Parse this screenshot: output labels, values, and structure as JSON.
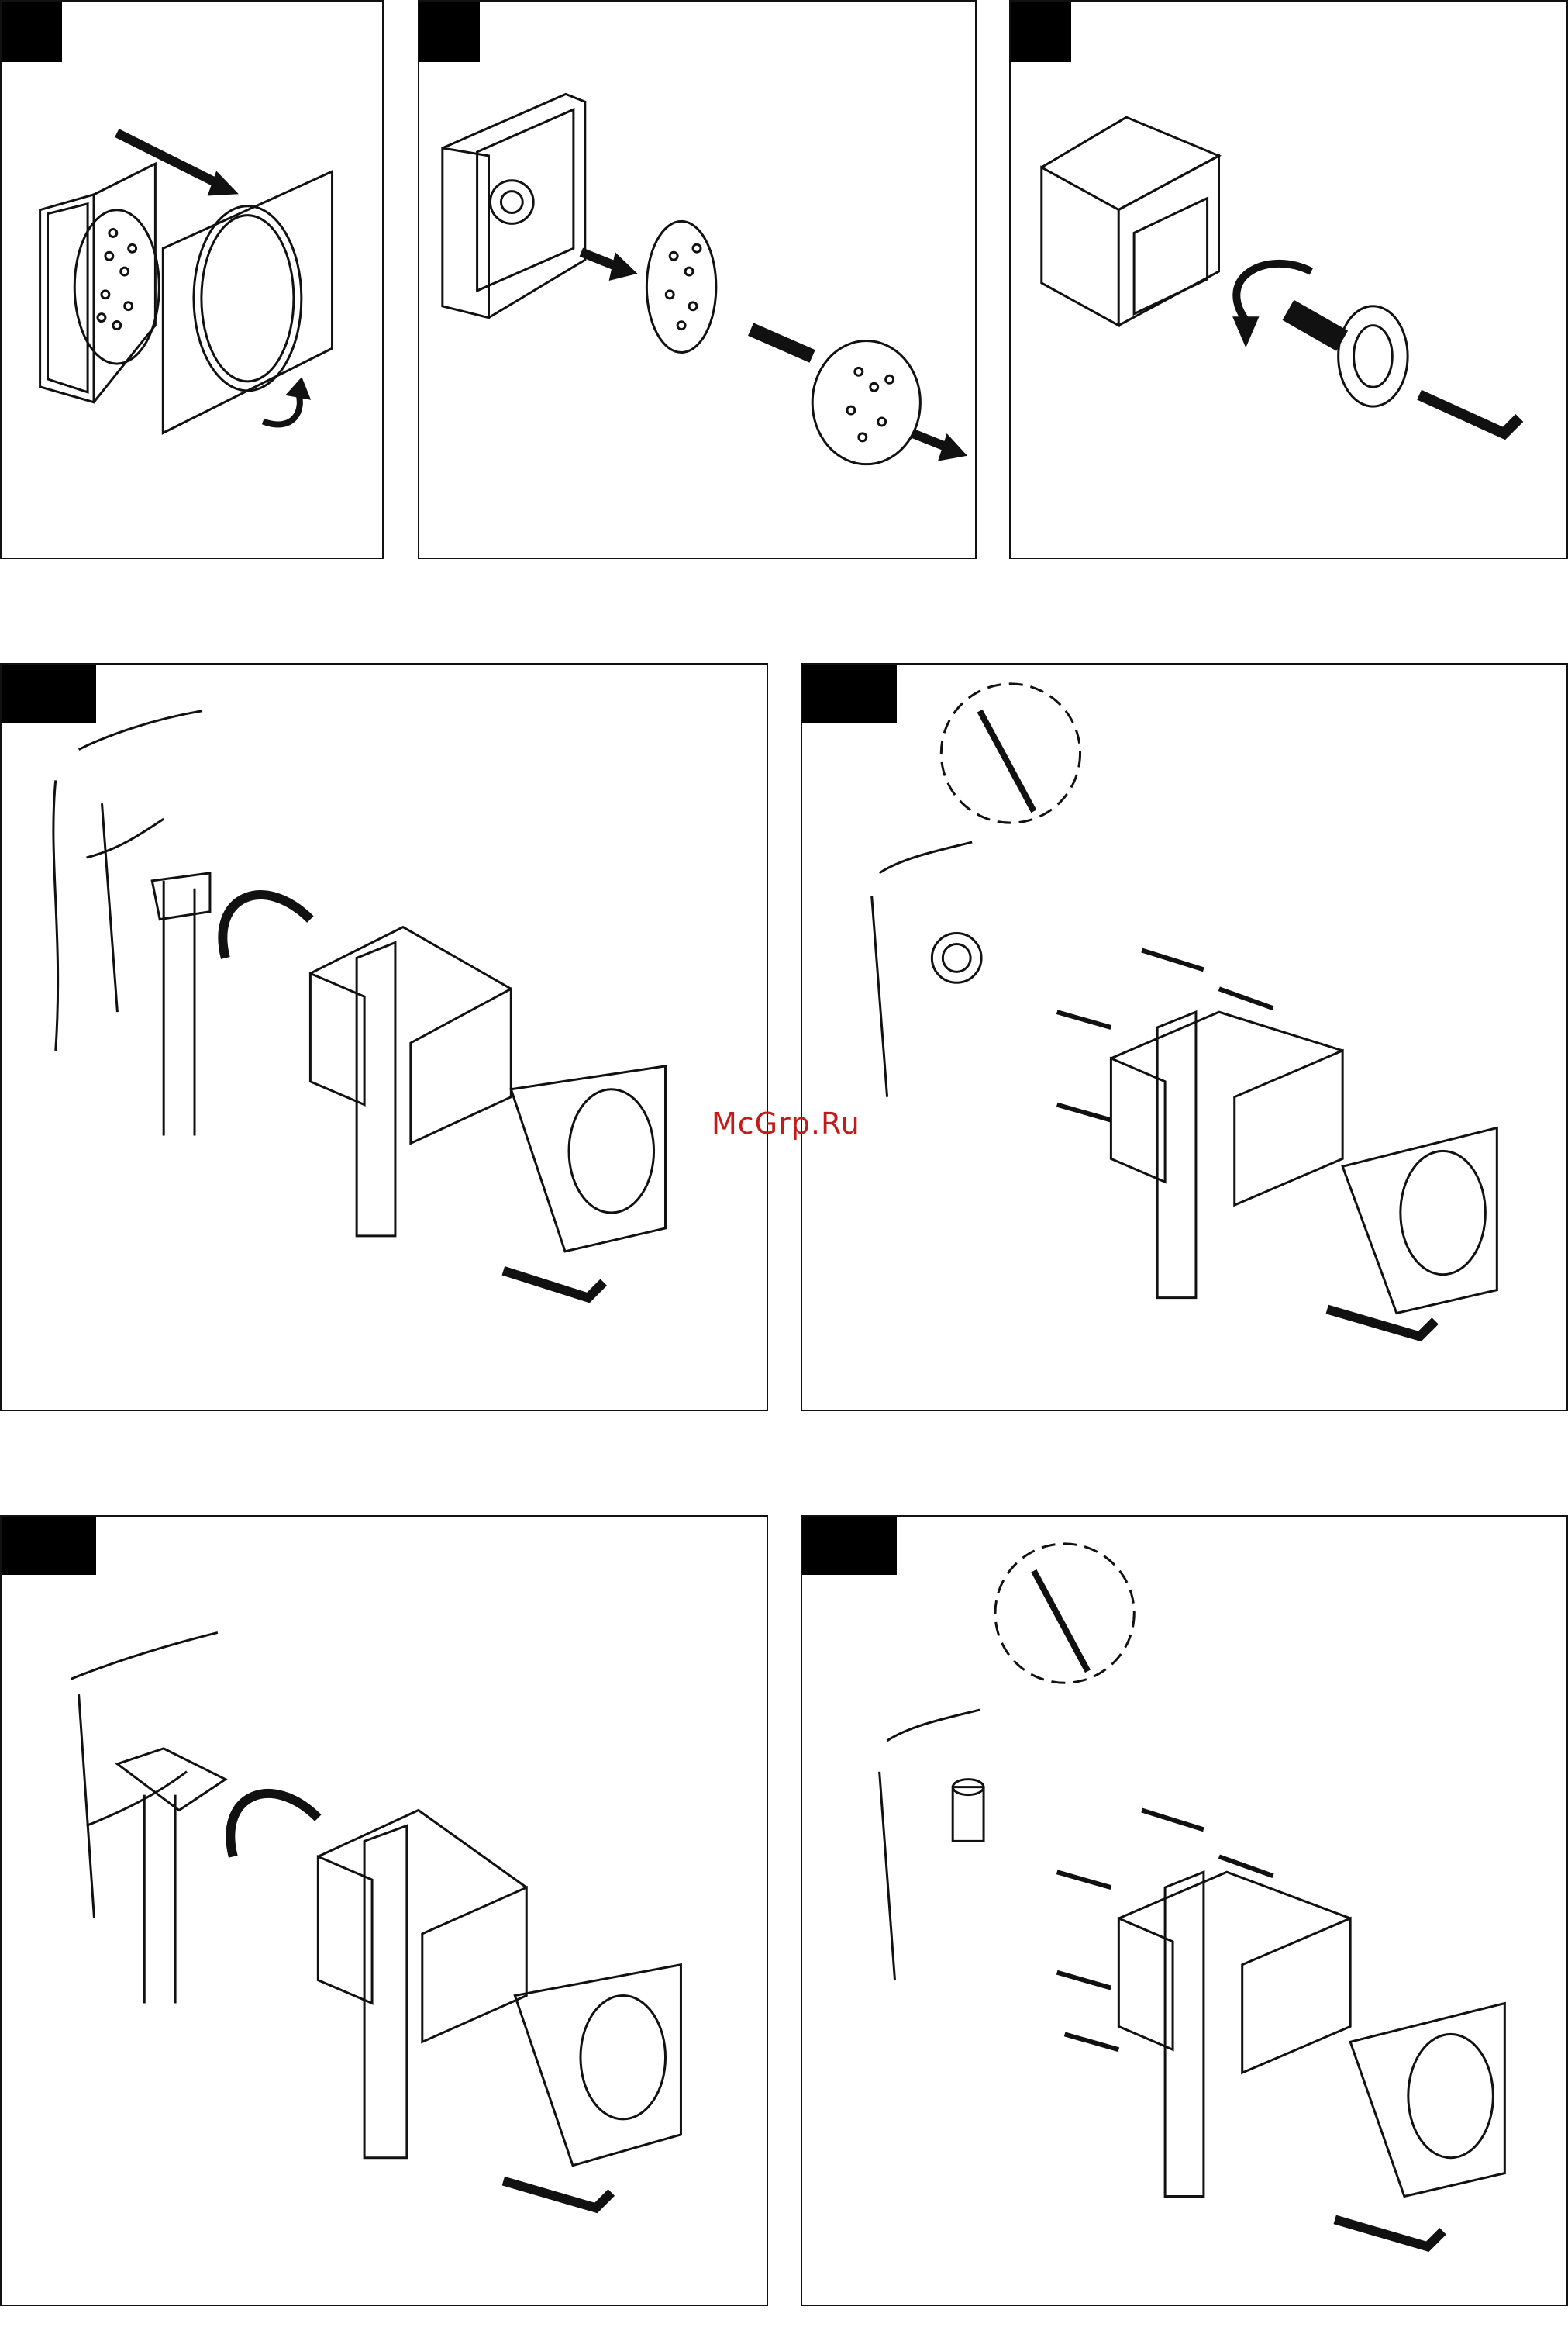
{
  "watermark": {
    "text": "McGrp.Ru",
    "color": "#c41a1a"
  },
  "panels": [
    {
      "name": "panel-remove-cover",
      "icons": [
        "cover-plate-icon",
        "shower-head-icon",
        "arrow-icon"
      ]
    },
    {
      "name": "panel-remove-shower-head",
      "icons": [
        "mounting-frame-icon",
        "shower-head-icon",
        "arrow-icon"
      ]
    },
    {
      "name": "panel-unscrew-flange",
      "icons": [
        "mounting-box-icon",
        "flange-icon",
        "hex-key-icon"
      ]
    },
    {
      "name": "panel-connect-pipe-a",
      "icons": [
        "wall-icon",
        "pipe-elbow-icon",
        "mounting-box-icon",
        "support-rail-icon",
        "protective-cap-icon",
        "hex-key-icon"
      ]
    },
    {
      "name": "panel-mount-box-a",
      "icons": [
        "drill-detail-icon",
        "wall-icon",
        "nut-icon",
        "screw-icon",
        "mounting-box-icon",
        "protective-cap-icon",
        "hex-key-icon"
      ]
    },
    {
      "name": "panel-connect-pipe-b",
      "icons": [
        "wall-icon",
        "pipe-elbow-icon",
        "mounting-box-icon",
        "support-rail-icon",
        "protective-cap-icon",
        "hex-key-icon"
      ]
    },
    {
      "name": "panel-mount-box-b",
      "icons": [
        "drill-detail-icon",
        "wall-icon",
        "threaded-nipple-icon",
        "screw-icon",
        "mounting-box-icon",
        "protective-cap-icon",
        "hex-key-icon"
      ]
    }
  ]
}
